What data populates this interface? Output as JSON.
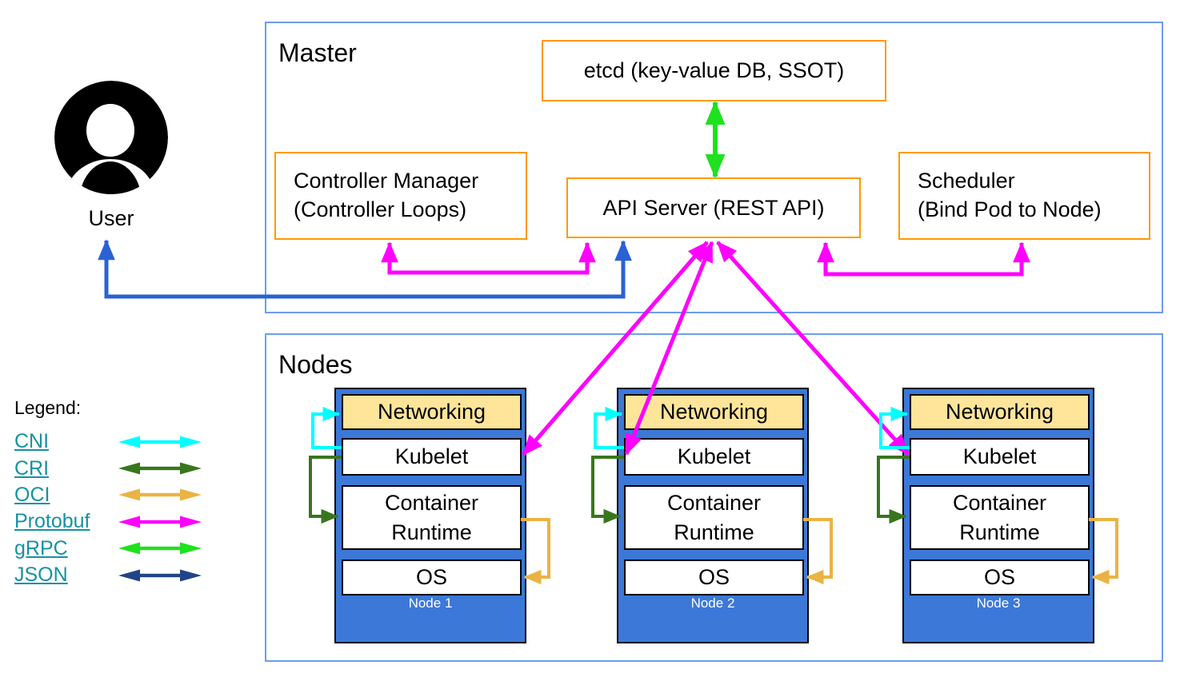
{
  "user": {
    "label": "User"
  },
  "master": {
    "title": "Master",
    "etcd": {
      "label": "etcd (key-value DB, SSOT)"
    },
    "controller_manager": {
      "line1": "Controller Manager",
      "line2": "(Controller Loops)"
    },
    "api_server": {
      "label": "API Server (REST API)"
    },
    "scheduler": {
      "line1": "Scheduler",
      "line2": "(Bind Pod to Node)"
    }
  },
  "nodes": {
    "title": "Nodes",
    "layer_labels": {
      "networking": "Networking",
      "kubelet": "Kubelet",
      "container_runtime": "Container\nRuntime",
      "os": "OS"
    },
    "items": [
      {
        "name": "Node 1"
      },
      {
        "name": "Node 2"
      },
      {
        "name": "Node 3"
      }
    ]
  },
  "legend": {
    "title": "Legend:",
    "items": [
      {
        "label": "CNI",
        "color_key": "cni"
      },
      {
        "label": "CRI",
        "color_key": "cri"
      },
      {
        "label": "OCI",
        "color_key": "oci"
      },
      {
        "label": "Protobuf",
        "color_key": "protobuf"
      },
      {
        "label": "gRPC",
        "color_key": "grpc"
      },
      {
        "label": "JSON",
        "color_key": "json"
      }
    ]
  },
  "colors": {
    "cni": "#00FFFF",
    "cri": "#38761D",
    "oci": "#EAB343",
    "protobuf": "#FF00FF",
    "grpc": "#1DE21D",
    "json": "#1F4587",
    "user_arrow": "#2A62D4",
    "node_fill": "#3C78D8",
    "networking_fill": "#FFE599",
    "box_border": "#FF9900",
    "container_border": "#6D9EEB",
    "link": "#1791A3"
  }
}
